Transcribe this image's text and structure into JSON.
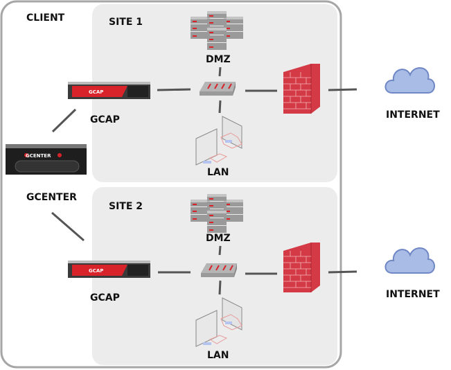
{
  "labels": {
    "client": "CLIENT",
    "gcenter": "GCENTER",
    "site1": {
      "title": "SITE 1",
      "dmz": "DMZ",
      "gcap": "GCAP",
      "lan": "LAN",
      "internet": "INTERNET"
    },
    "site2": {
      "title": "SITE 2",
      "dmz": "DMZ",
      "gcap": "GCAP",
      "lan": "LAN",
      "internet": "INTERNET"
    }
  },
  "device_logos": {
    "gcap": "GCAP",
    "gcenter": "GCENTER"
  },
  "colors": {
    "accent_red": "#d8232a",
    "firewall_red": "#d33a45",
    "cloud_blue": "#8fa6d6",
    "site_bg": "#ececec",
    "border_gray": "#a6a6a6"
  },
  "icons": [
    "server-stack-icon",
    "appliance-icon",
    "switch-icon",
    "firewall-icon",
    "cloud-icon",
    "lan-workstations-icon"
  ]
}
